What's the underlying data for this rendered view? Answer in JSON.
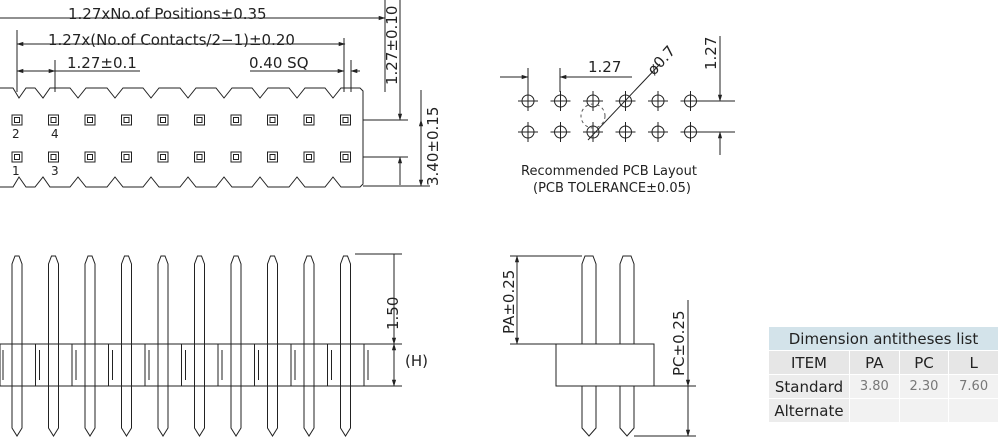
{
  "top_view": {
    "dims": {
      "positions": "1.27xNo.of Positions±0.35",
      "contacts": "1.27x(No.of Contacts/2−1)±0.20",
      "pitch": "1.27±0.1",
      "square": "0.40 SQ",
      "row_pitch": "1.27±0.10",
      "height": "3.40±0.15"
    },
    "pin_numbers": {
      "p2": "2",
      "p4": "4",
      "p1": "1",
      "p3": "3"
    }
  },
  "pcb_layout": {
    "dims": {
      "pitch": "1.27",
      "hole": "ø0.7",
      "row_pitch": "1.27"
    },
    "caption1": "Recommended PCB Layout",
    "caption2": "(PCB TOLERANCE±0.05)"
  },
  "front_view": {
    "dims": {
      "pin_length": "1.50",
      "h": "(H)"
    }
  },
  "side_view": {
    "dims": {
      "pa": "PA±0.25",
      "pc": "PC±0.25"
    }
  },
  "table": {
    "title": "Dimension antitheses list",
    "headers": [
      "ITEM",
      "PA",
      "PC",
      "L"
    ],
    "rows": [
      {
        "item": "Standard",
        "pa": "3.80",
        "pc": "2.30",
        "l": "7.60"
      },
      {
        "item": "Alternate",
        "pa": "",
        "pc": "",
        "l": ""
      }
    ]
  }
}
